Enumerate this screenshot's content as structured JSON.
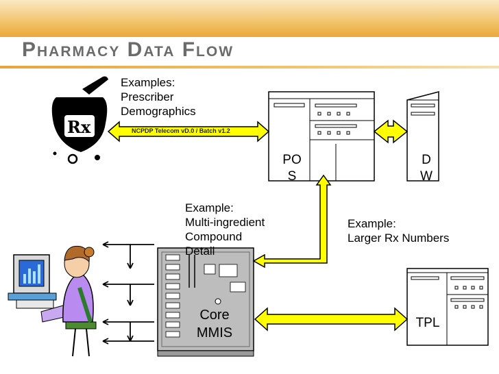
{
  "title": "Pharmacy Data Flow",
  "notes": {
    "prescriber": [
      "Examples:",
      "Prescriber",
      "Demographics"
    ],
    "compound": [
      "Example:",
      "Multi-ingredient",
      "Compound",
      "Detail"
    ],
    "rx_numbers": [
      "Example:",
      "Larger Rx Numbers"
    ]
  },
  "protocol_label": "NCPDP Telecom vD.0 / Batch v1.2",
  "nodes": {
    "pos": "PO\nS",
    "dw": "D\nW",
    "tpl": "TPL",
    "core": "Core\nMMIS"
  },
  "icons": {
    "rx": "Rx",
    "pharmacy": "mortar-pestle-icon",
    "user": "computer-user-icon"
  },
  "colors": {
    "accent": "#f1c46a",
    "arrow_fill": "#ffff00",
    "arrow_stroke": "#000000",
    "title_text": "#6b6b6b"
  }
}
